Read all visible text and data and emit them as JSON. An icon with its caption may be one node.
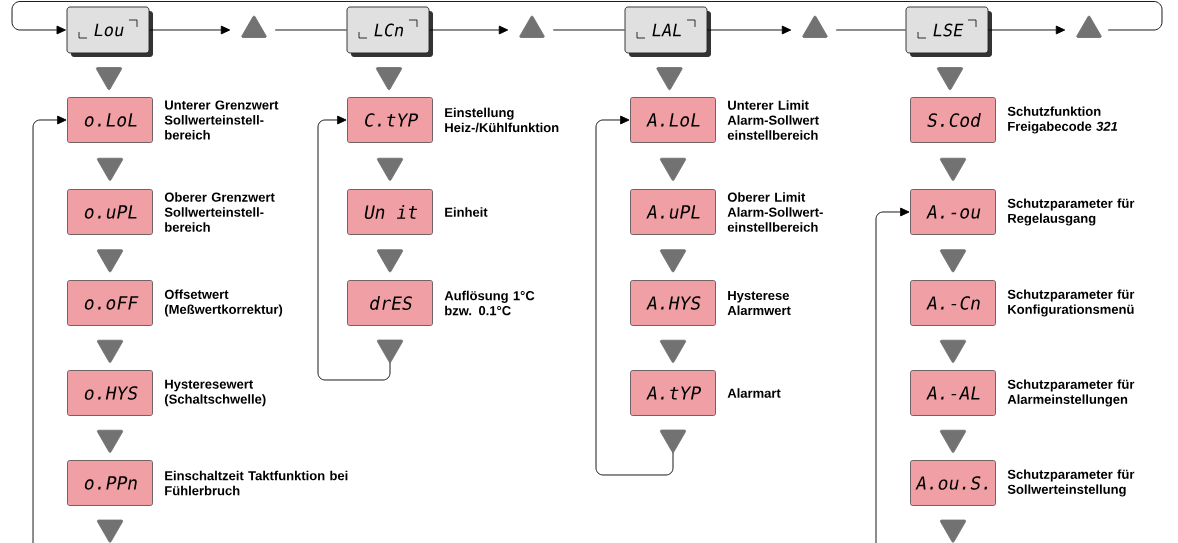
{
  "diagram": {
    "nodes": [
      {
        "text": [
          "Lou"
        ]
      },
      {
        "text": [],
        "shape": "triangle"
      },
      {
        "text": [
          "LCn"
        ]
      },
      {
        "text": [],
        "shape": "triangle"
      },
      {
        "text": [
          "LAL"
        ]
      },
      {
        "text": [],
        "shape": "triangle"
      },
      {
        "text": [
          "LSE"
        ]
      },
      {
        "text": [],
        "shape": "triangle"
      },
      {
        "text": [
          "o.LoL"
        ],
        "beside": [
          "Unterer Grenzwert Sollwerteinstell- bereich"
        ]
      },
      {
        "text": [
          "o.uPL"
        ],
        "beside": [
          "Oberer Grenzwert Sollwerteinstell- bereich"
        ]
      },
      {
        "text": [
          "o.oFF"
        ],
        "beside": [
          "Offsetwert (Meßwertkorrektur)"
        ]
      },
      {
        "text": [
          "o.HYS"
        ],
        "beside": [
          "Hysteresewert (Schaltschwelle)"
        ]
      },
      {
        "text": [
          "o.PPn"
        ],
        "beside": [
          "Einschaltzeit Taktfunktion bei Fühlerbruch"
        ]
      },
      {
        "text": [
          "C.tYP"
        ],
        "beside": [
          "Einstellung Heiz-/Kühlfunktion"
        ]
      },
      {
        "text": [
          "Un it"
        ],
        "beside": [
          "Einheit"
        ]
      },
      {
        "text": [
          "drES"
        ],
        "beside": [
          "Auflösung 1°C bzw. 0.1°C"
        ]
      },
      {
        "text": [
          "A.LoL"
        ],
        "beside": [
          "Unterer Limit Alarm-Sollwert einstellbereich"
        ]
      },
      {
        "text": [
          "A.uPL"
        ],
        "beside": [
          "Oberer Limit Alarm-Sollwert- einstellbereich"
        ]
      },
      {
        "text": [
          "A.HYS"
        ],
        "beside": [
          "Hysterese Alarmwert"
        ]
      },
      {
        "text": [
          "A.tYP"
        ],
        "beside": [
          "Alarmart"
        ]
      },
      {
        "text": [
          "S.Cod"
        ],
        "beside": [
          "Schutzfunktion Freigabecode *321*"
        ]
      },
      {
        "text": [
          "A.-ou"
        ],
        "beside": [
          "Schutzparameter für Regelausgang"
        ]
      },
      {
        "text": [
          "A.-Cn"
        ],
        "beside": [
          "Schutzparameter für Konfigurationsmenü"
        ]
      },
      {
        "text": [
          "A.-AL"
        ],
        "beside": [
          "Schutzparameter für Alarmeinstellungen"
        ]
      },
      {
        "text": [
          "A.ou.S."
        ],
        "beside": [
          "Schutzparameter für Sollwerteinstellung"
        ]
      }
    ],
    "edges": [
      {
        "from": 0,
        "to": 1,
        "arrow": "to"
      },
      {
        "from": 1,
        "to": 2,
        "arrow": "none"
      },
      {
        "from": 2,
        "to": 3,
        "arrow": "to"
      },
      {
        "from": 3,
        "to": 4,
        "arrow": "none"
      },
      {
        "from": 4,
        "to": 5,
        "arrow": "to"
      },
      {
        "from": 5,
        "to": 6,
        "arrow": "none"
      },
      {
        "from": 6,
        "to": 7,
        "arrow": "to"
      },
      {
        "from": 7,
        "to": 0,
        "arrow": "to"
      },
      {
        "from": 0,
        "to": 8,
        "arrow": "to"
      },
      {
        "from": 8,
        "to": 9,
        "arrow": "to"
      },
      {
        "from": 9,
        "to": 10,
        "arrow": "to"
      },
      {
        "from": 10,
        "to": 11,
        "arrow": "to"
      },
      {
        "from": 11,
        "to": 12,
        "arrow": "to"
      },
      {
        "from": 12,
        "to": null,
        "arrow": "to"
      },
      {
        "from": null,
        "to": 8,
        "arrow": "to"
      },
      {
        "from": 2,
        "to": 13,
        "arrow": "to"
      },
      {
        "from": 13,
        "to": 14,
        "arrow": "to"
      },
      {
        "from": 14,
        "to": 15,
        "arrow": "to"
      },
      {
        "from": 15,
        "to": null,
        "arrow": "to"
      },
      {
        "from": null,
        "to": 13,
        "arrow": "to"
      },
      {
        "from": 4,
        "to": 16,
        "arrow": "to"
      },
      {
        "from": 16,
        "to": 17,
        "arrow": "to"
      },
      {
        "from": 17,
        "to": 18,
        "arrow": "to"
      },
      {
        "from": 18,
        "to": 19,
        "arrow": "to"
      },
      {
        "from": 19,
        "to": null,
        "arrow": "to"
      },
      {
        "from": null,
        "to": 16,
        "arrow": "to"
      },
      {
        "from": 6,
        "to": 20,
        "arrow": "to"
      },
      {
        "from": 20,
        "to": 21,
        "arrow": "to"
      },
      {
        "from": 21,
        "to": 22,
        "arrow": "to"
      },
      {
        "from": 22,
        "to": 23,
        "arrow": "to"
      },
      {
        "from": 23,
        "to": 24,
        "arrow": "to"
      },
      {
        "from": 24,
        "to": null,
        "arrow": "to"
      },
      {
        "from": null,
        "to": 21,
        "arrow": "to"
      }
    ]
  }
}
